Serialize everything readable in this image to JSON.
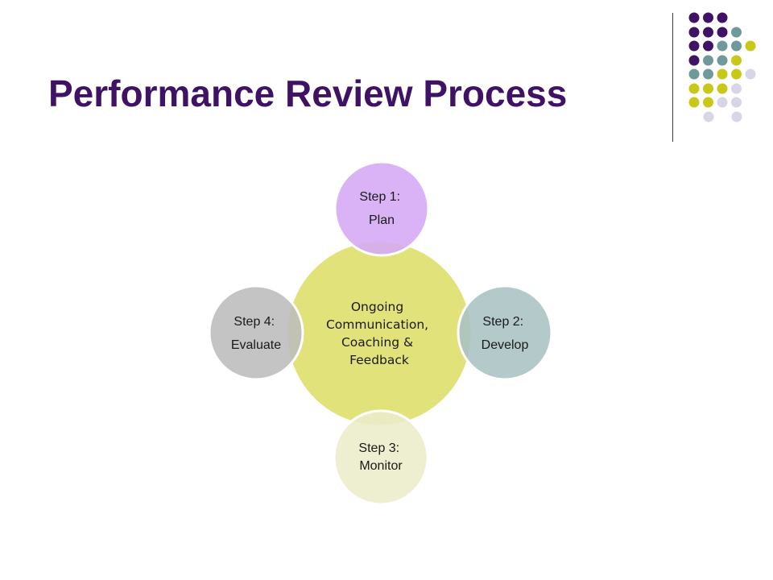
{
  "slide": {
    "title": "Performance Review Process"
  },
  "decoration": {
    "dot_colors": [
      "#3f1266",
      "#6f9a9c",
      "#c9c81a",
      "#d6d6e8"
    ]
  },
  "diagram": {
    "hub": {
      "lines": [
        "Ongoing",
        "Communication,",
        "Coaching &",
        "Feedback"
      ],
      "color": "#e2e27a"
    },
    "steps": [
      {
        "lines": [
          "Step 1:",
          "Plan"
        ],
        "color": "#d4a8f5"
      },
      {
        "lines": [
          "Step 2:",
          "Develop"
        ],
        "color": "#a9c2c3"
      },
      {
        "lines": [
          "Step 3:",
          "Monitor"
        ],
        "color": "#ececcb"
      },
      {
        "lines": [
          "Step 4:",
          "Evaluate"
        ],
        "color": "#bcbcbc"
      }
    ]
  }
}
